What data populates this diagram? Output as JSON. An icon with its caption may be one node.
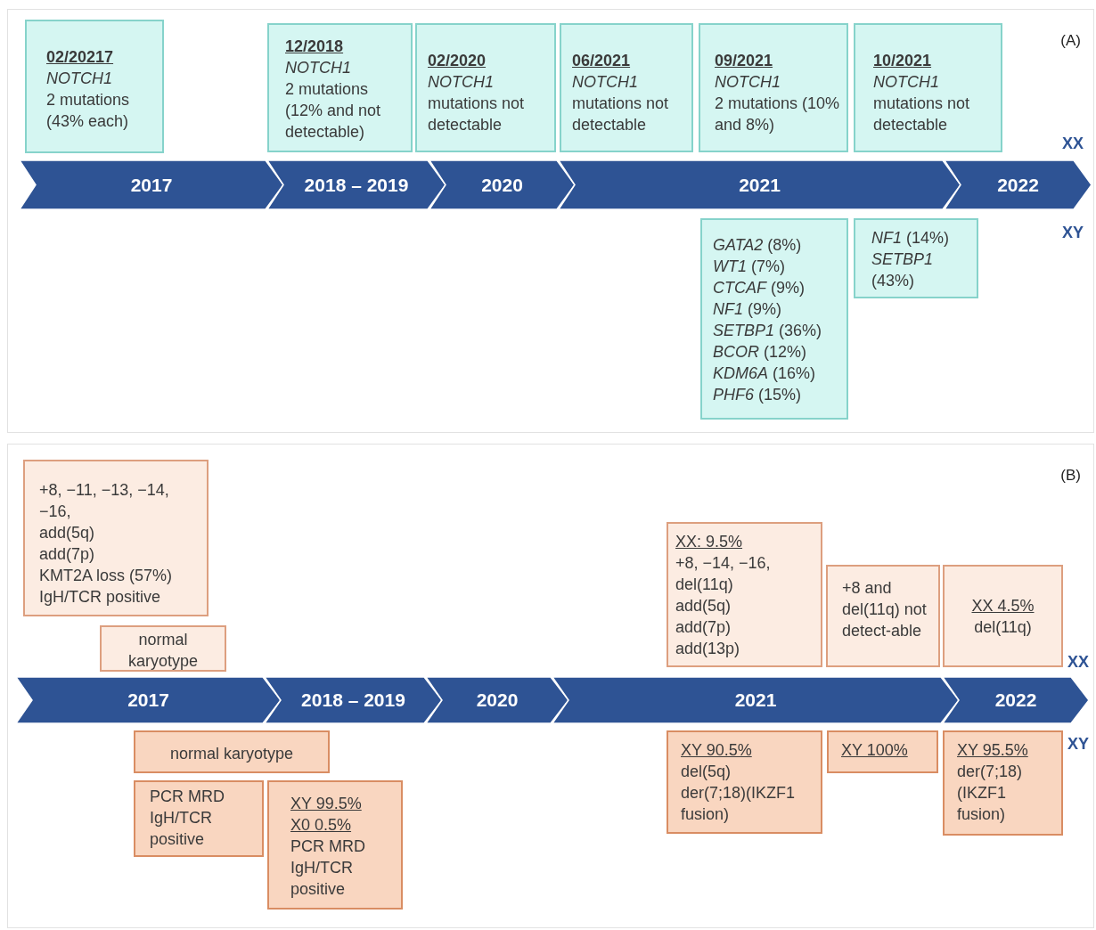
{
  "diagram": {
    "nodes": [
      {
        "text": [
          "(A)"
        ]
      },
      {
        "text": [
          "02/20217",
          "NOTCH1",
          "2 mutations (43% each)"
        ],
        "in": 0
      },
      {
        "text": [
          "12/2018",
          "NOTCH1",
          "2 mutations (12% and not detectable)"
        ],
        "in": 0
      },
      {
        "text": [
          "02/2020",
          "NOTCH1",
          "mutations not detectable"
        ],
        "in": 0
      },
      {
        "text": [
          "06/2021",
          "NOTCH1",
          "mutations not detectable"
        ],
        "in": 0
      },
      {
        "text": [
          "09/2021",
          "NOTCH1",
          "2 mutations (10% and 8%)"
        ],
        "in": 0
      },
      {
        "text": [
          "10/2021",
          "NOTCH1",
          "mutations not detectable"
        ],
        "in": 0
      },
      {
        "text": [
          "2017"
        ],
        "in": 0
      },
      {
        "text": [
          "2018 – 2019"
        ],
        "in": 0
      },
      {
        "text": [
          "2020"
        ],
        "in": 0
      },
      {
        "text": [
          "2021"
        ],
        "in": 0
      },
      {
        "text": [
          "2022"
        ],
        "in": 0
      },
      {
        "text": [
          "*GATA2* (8%)",
          "*WT1* (7%)",
          "*CTCAF* (9%)",
          "*NF1* (9%)",
          "*SETBP1* (36%)",
          "*BCOR* (12%)",
          "*KDM6A* (16%)",
          "*PHF6* (15%)"
        ],
        "in": 0
      },
      {
        "text": [
          "*NF1* (14%)",
          "*SETBP1* (43%)"
        ],
        "in": 0
      },
      {
        "text": [
          "(B)"
        ]
      },
      {
        "text": [
          "+8, −11, −13, −14, −16,",
          "add(5q)",
          "add(7p)",
          "KMT2A loss (57%)",
          "IgH/TCR positive"
        ],
        "in": 14
      },
      {
        "text": [
          "normal karyotype"
        ],
        "in": 14
      },
      {
        "text": [
          "2017"
        ],
        "in": 14
      },
      {
        "text": [
          "2018 – 2019"
        ],
        "in": 14
      },
      {
        "text": [
          "2020"
        ],
        "in": 14
      },
      {
        "text": [
          "2021"
        ],
        "in": 14
      },
      {
        "text": [
          "2022"
        ],
        "in": 14
      },
      {
        "text": [
          "XX: 9.5%",
          "+8, −14, −16,",
          "del(11q)",
          "add(5q)",
          "add(7p)",
          "add(13p)"
        ],
        "in": 14
      },
      {
        "text": [
          "+8 and del(11q) not detect-able"
        ],
        "in": 14
      },
      {
        "text": [
          "XX 4.5%",
          "del(11q)"
        ],
        "in": 14
      },
      {
        "text": [
          "normal karyotype"
        ],
        "in": 14
      },
      {
        "text": [
          "PCR MRD IgH/TCR positive"
        ],
        "in": 14
      },
      {
        "text": [
          "XY 99.5%",
          "X0 0.5%",
          "PCR MRD IgH/TCR positive"
        ],
        "in": 14
      },
      {
        "text": [
          "XY 90.5%",
          "del(5q)",
          "der(7;18)(IKZF1 fusion)"
        ],
        "in": 14
      },
      {
        "text": [
          "XY 100%"
        ],
        "in": 14
      },
      {
        "text": [
          "XY 95.5%",
          "der(7;18) (IKZF1 fusion)"
        ],
        "in": 14
      }
    ],
    "labels": [
      "XX",
      "XY",
      "XX",
      "XY"
    ]
  }
}
